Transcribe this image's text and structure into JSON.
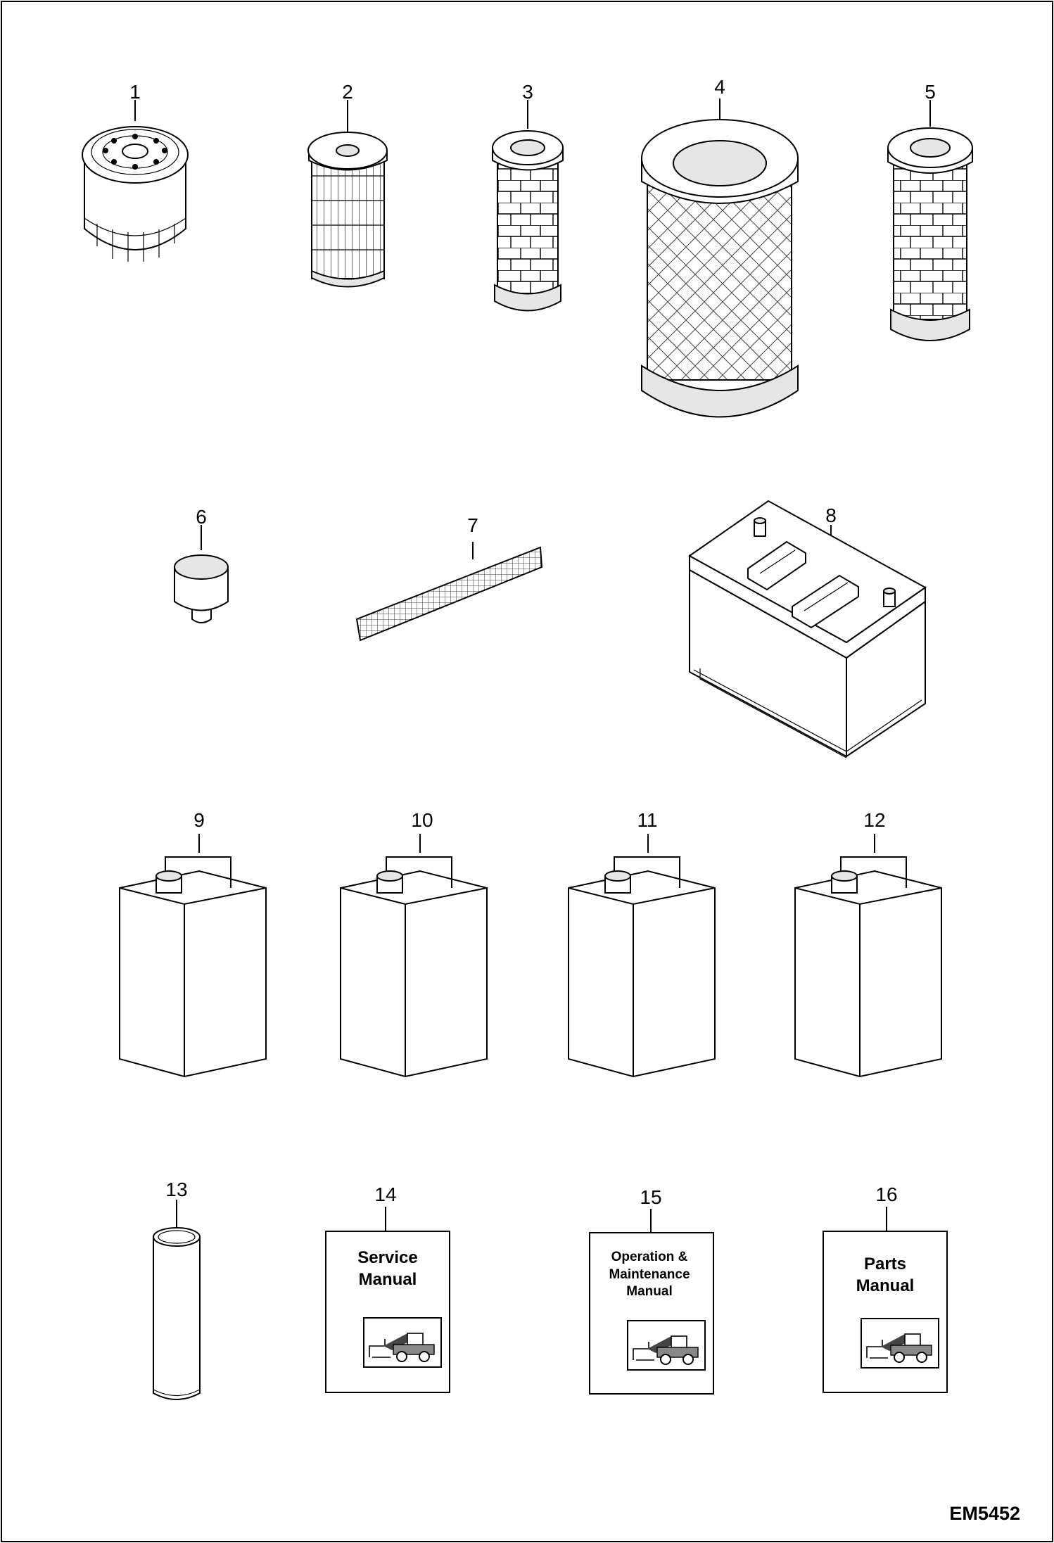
{
  "diagram": {
    "drawing_code": "EM5452",
    "callouts": [
      "1",
      "2",
      "3",
      "4",
      "5",
      "6",
      "7",
      "8",
      "9",
      "10",
      "11",
      "12",
      "13",
      "14",
      "15",
      "16"
    ],
    "manuals": {
      "service": [
        "Service",
        "Manual"
      ],
      "operation": [
        "Operation &",
        "Maintenance",
        "Manual"
      ],
      "parts": [
        "Parts",
        "Manual"
      ]
    }
  }
}
